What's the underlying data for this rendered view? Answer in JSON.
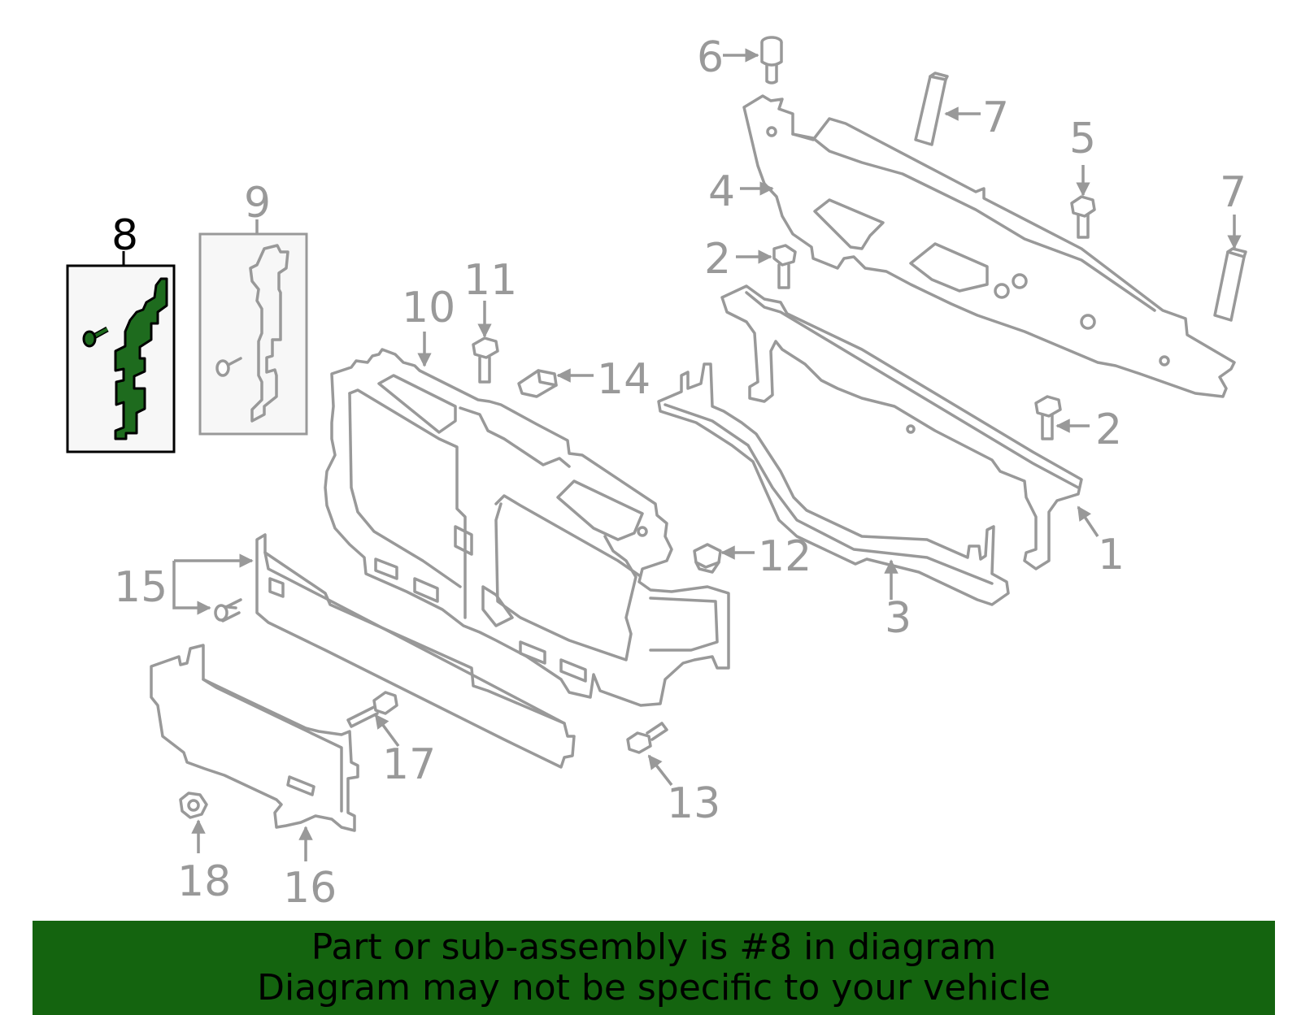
{
  "diagram": {
    "callouts": {
      "c1": "1",
      "c2a": "2",
      "c2b": "2",
      "c3": "3",
      "c4": "4",
      "c5": "5",
      "c6": "6",
      "c7a": "7",
      "c7b": "7",
      "c8": "8",
      "c9": "9",
      "c10": "10",
      "c11": "11",
      "c12": "12",
      "c13": "13",
      "c14": "14",
      "c15": "15",
      "c16": "16",
      "c17": "17",
      "c18": "18"
    },
    "highlighted_part": "8",
    "colors": {
      "line": "#999999",
      "highlight_fill": "#1e6b1e",
      "highlight_stroke": "#000000",
      "box_fill": "#f7f7f7",
      "banner": "#14640f"
    }
  },
  "banner": {
    "line1": "Part or sub-assembly is #8 in diagram",
    "line2": "Diagram may not be specific to your vehicle"
  }
}
